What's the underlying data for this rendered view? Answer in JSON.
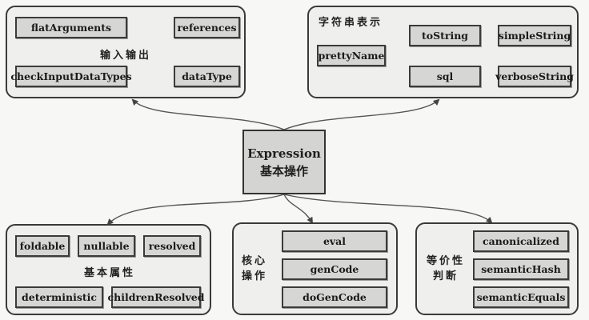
{
  "center": {
    "line1": "Expression",
    "line2": "基本操作"
  },
  "io": {
    "label": "输入输出",
    "nodes": [
      "flatArguments",
      "references",
      "checkInputDataTypes",
      "dataType"
    ]
  },
  "string_repr": {
    "label": "字符串表示",
    "nodes": [
      "prettyName",
      "toString",
      "sql",
      "simpleString",
      "verboseString"
    ]
  },
  "basic_props": {
    "label": "基本属性",
    "nodes": [
      "foldable",
      "nullable",
      "resolved",
      "deterministic",
      "childrenResolved"
    ]
  },
  "core_ops": {
    "label_line1": "核心",
    "label_line2": "操作",
    "nodes": [
      "eval",
      "genCode",
      "doGenCode"
    ]
  },
  "equivalence": {
    "label_line1": "等价性",
    "label_line2": "判断",
    "nodes": [
      "canonicalized",
      "semanticHash",
      "semanticEquals"
    ]
  }
}
